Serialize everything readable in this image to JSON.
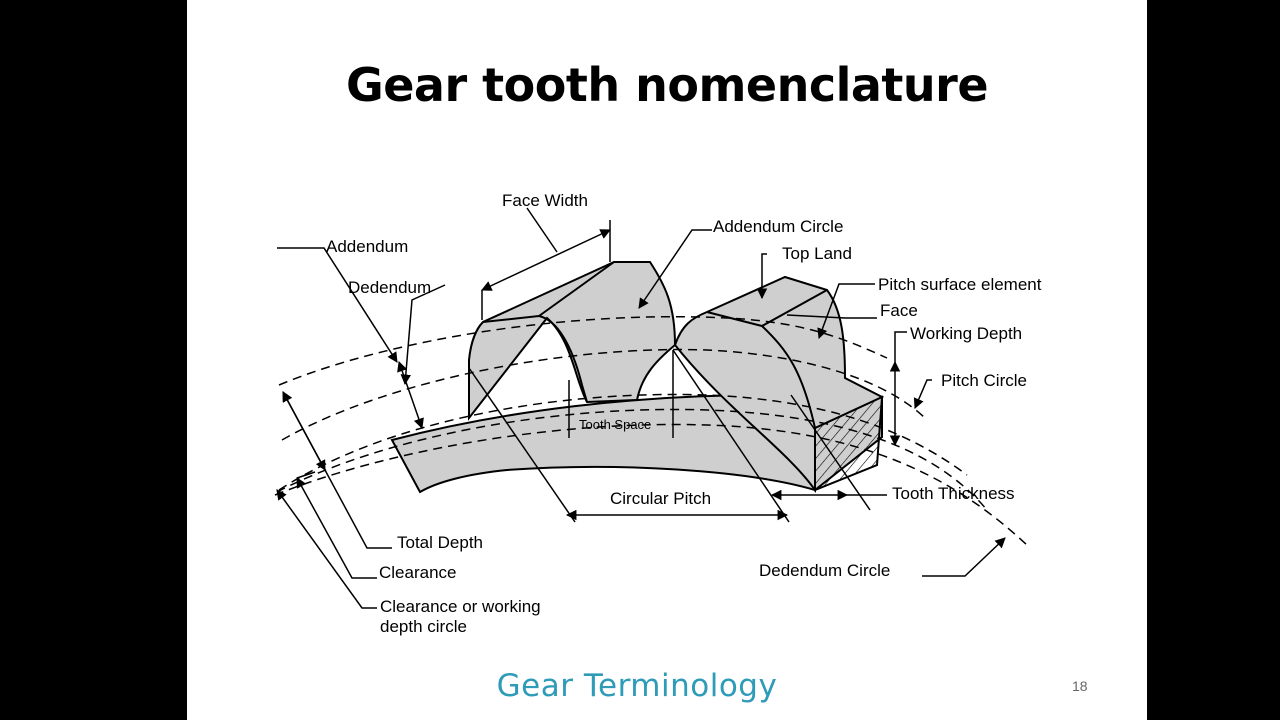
{
  "slide": {
    "title": "Gear tooth nomenclature",
    "footer": "Gear Terminology",
    "page_number": "18"
  },
  "diagram": {
    "labels": {
      "face_width": "Face Width",
      "addendum_circle": "Addendum Circle",
      "top_land": "Top Land",
      "pitch_surface_element": "Pitch surface element",
      "face": "Face",
      "working_depth": "Working Depth",
      "pitch_circle": "Pitch Circle",
      "addendum": "Addendum",
      "dedendum": "Dedendum",
      "tooth_space": "Tooth Space",
      "circular_pitch": "Circular Pitch",
      "tooth_thickness": "Tooth Thickness",
      "total_depth": "Total Depth",
      "clearance": "Clearance",
      "clearance_circle_1": "Clearance or working",
      "clearance_circle_2": "depth circle",
      "dedendum_circle": "Dedendum Circle"
    }
  },
  "colors": {
    "gear_fill": "#CFCFCF",
    "footer_text": "#2E9BB8"
  }
}
